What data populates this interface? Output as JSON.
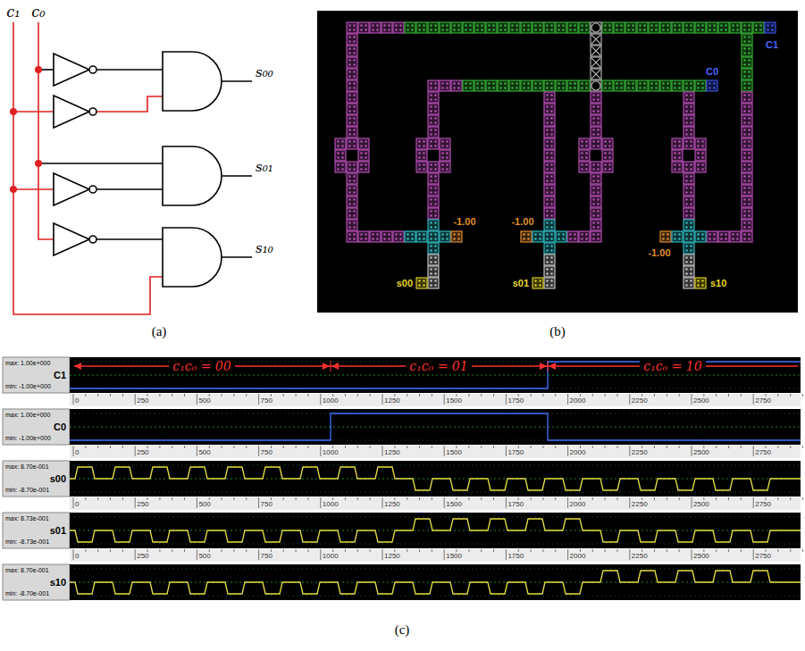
{
  "diagram": {
    "labels": [
      "c₁",
      "c₀",
      "s₀₀",
      "s₀₁",
      "s₁₀",
      "(a)",
      "C1",
      "C0",
      "-1.00",
      "-1.00",
      "-1.00",
      "s00",
      "s01",
      "s10",
      "(b)",
      "c₁c₀ = 00",
      "c₁c₀ = 01",
      "c₁c₀ = 10",
      "max: 1.00e+000",
      "C1",
      "min: -1.00e+000",
      "0",
      "250",
      "500",
      "750",
      "1000",
      "1250",
      "1500",
      "1750",
      "2000",
      "2250",
      "2500",
      "2750",
      "max: 1.00e+000",
      "C0",
      "min: -1.00e+000",
      "0",
      "250",
      "500",
      "750",
      "1000",
      "1250",
      "1500",
      "1750",
      "2000",
      "2250",
      "2500",
      "2750",
      "max: 8.70e-001",
      "s00",
      "min: -8.70e-001",
      "0",
      "250",
      "500",
      "750",
      "1000",
      "1250",
      "1500",
      "1750",
      "2000",
      "2250",
      "2500",
      "2750",
      "max: 8.73e-001",
      "s01",
      "min: -8.73e-001",
      "0",
      "250",
      "500",
      "750",
      "1000",
      "1250",
      "1500",
      "1750",
      "2000",
      "2250",
      "2500",
      "2750",
      "max: 8.70e-001",
      "s10",
      "min: -8.70e-001",
      "(c)"
    ]
  }
}
